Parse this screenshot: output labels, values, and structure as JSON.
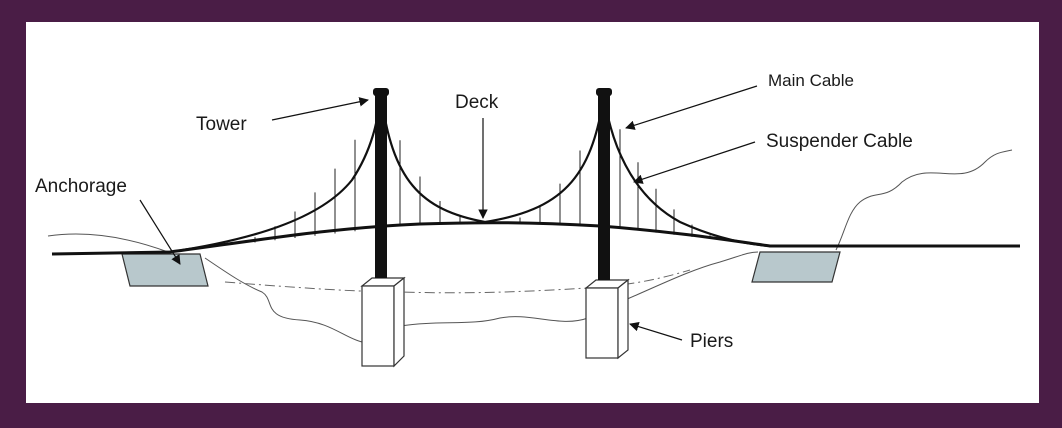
{
  "diagram": {
    "labels": {
      "tower": "Tower",
      "deck": "Deck",
      "main_cable": "Main Cable",
      "suspender_cable": "Suspender Cable",
      "anchorage": "Anchorage",
      "piers": "Piers"
    },
    "colors": {
      "frame_background": "#4a1d46",
      "canvas": "#ffffff",
      "structure": "#111111",
      "anchorage_fill": "#b8c8cc",
      "pier_fill": "#ffffff",
      "terrain_line": "#444444"
    }
  }
}
